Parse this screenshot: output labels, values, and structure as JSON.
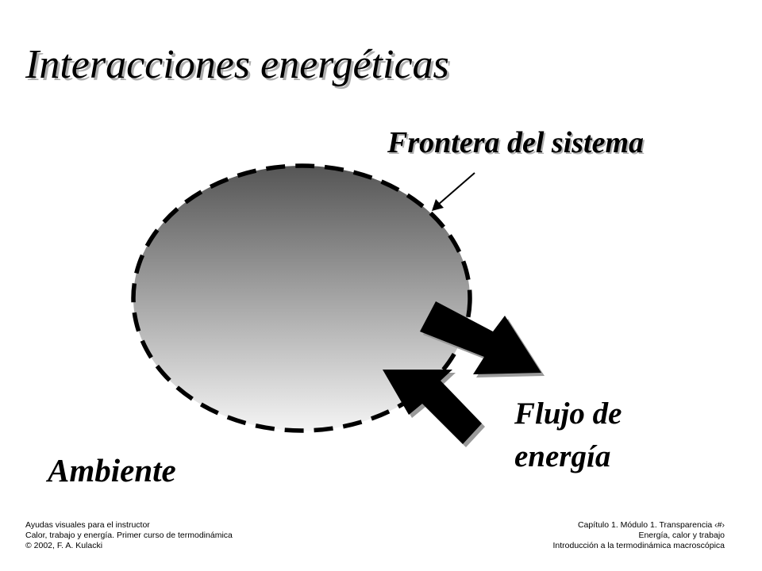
{
  "slide": {
    "title": "Interacciones energéticas",
    "boundary_label": "Frontera del sistema",
    "energy_flow_label_line1": "Flujo de",
    "energy_flow_label_line2": "energía",
    "surroundings_label": "Ambiente"
  },
  "footer": {
    "left": [
      "Ayudas visuales para el instructor",
      "Calor, trabajo y energía. Primer curso de termodinámica",
      "© 2002, F. A. Kulacki"
    ],
    "right": [
      "Capítulo 1. Módulo 1.  Transparencia ‹#›",
      "Energía, calor y trabajo",
      "Introducción a la termodinámica macroscópica"
    ]
  },
  "colors": {
    "system_gradient_top": "#555555",
    "system_gradient_bottom": "#f4f4f4",
    "arrow": "#000000",
    "shadow": "#b0b0b0"
  }
}
